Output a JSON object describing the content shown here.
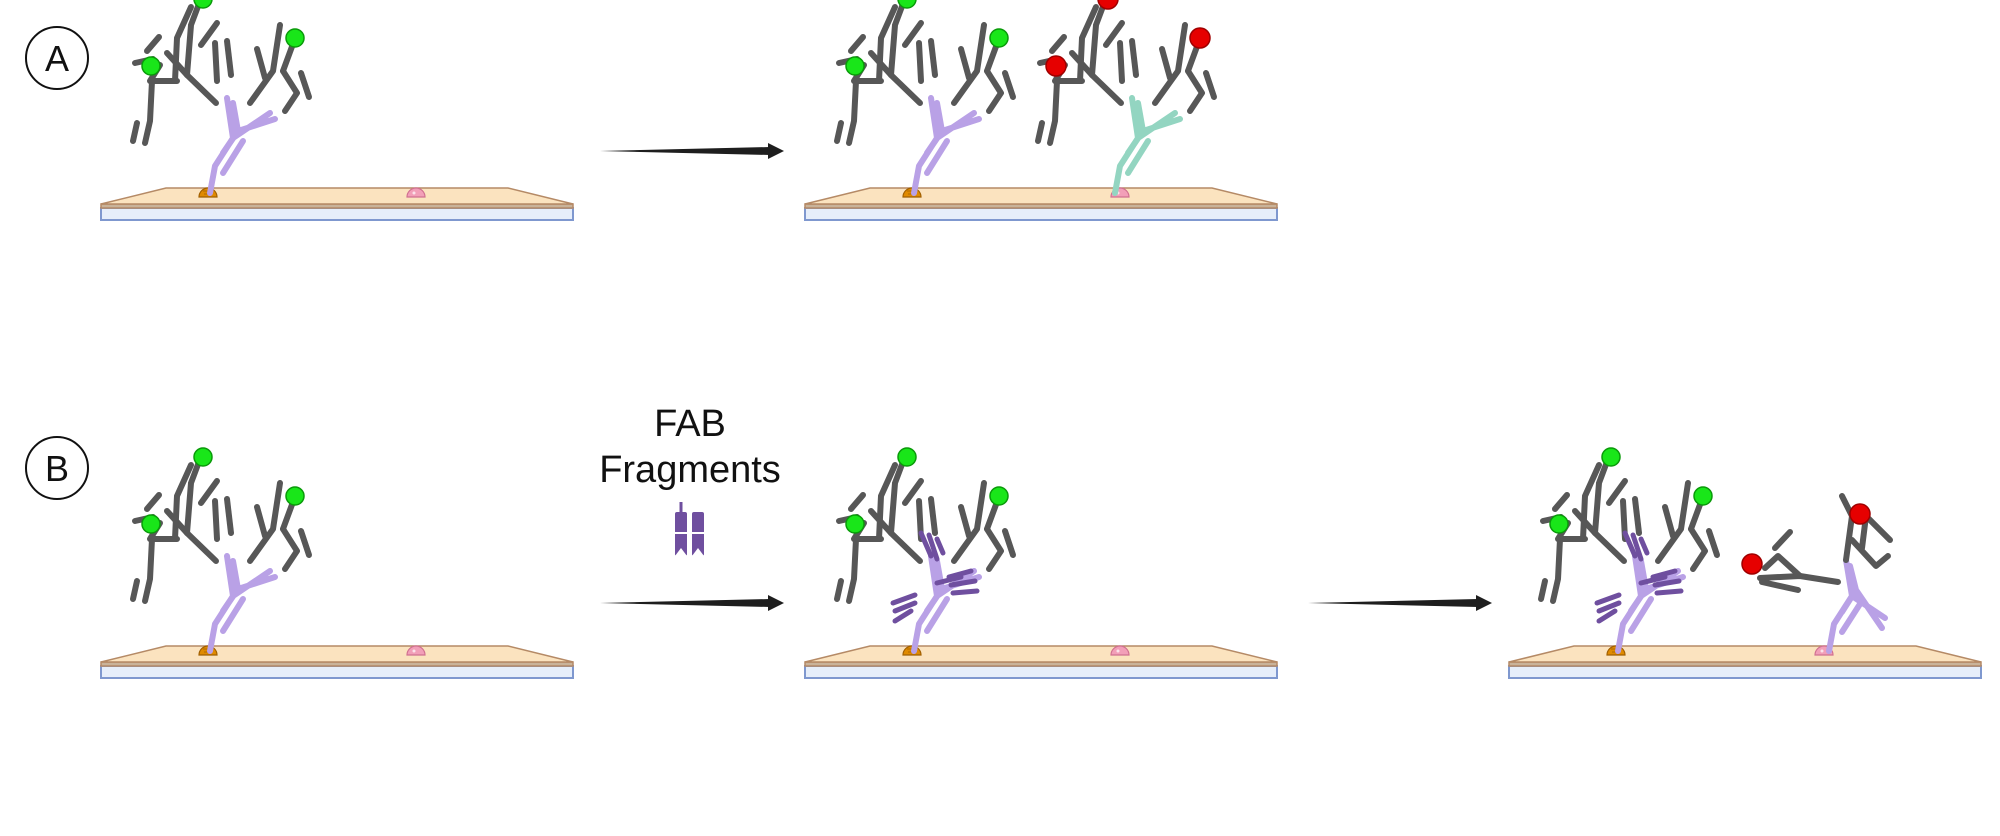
{
  "panels": [
    {
      "label": "A"
    },
    {
      "label": "B"
    }
  ],
  "fab": {
    "line1": "FAB",
    "line2": "Fragments"
  },
  "colors": {
    "background": "#ffffff",
    "secondary_antibody": "#575757",
    "primary_antibody_1": "#b9a1e6",
    "primary_antibody_2": "#93d5c1",
    "fab_fragment": "#6f4f9f",
    "fluor_green": "#19e619",
    "fluor_red": "#e60000",
    "antigen_orange": "#e08a00",
    "antigen_pink": "#f29fb8",
    "slide_top": "#fbe3bf",
    "slide_edge": "#b58a66",
    "slide_glass": "#e6eefa",
    "slide_glass_border": "#7f98cf",
    "arrow": "#1e1e1e"
  }
}
